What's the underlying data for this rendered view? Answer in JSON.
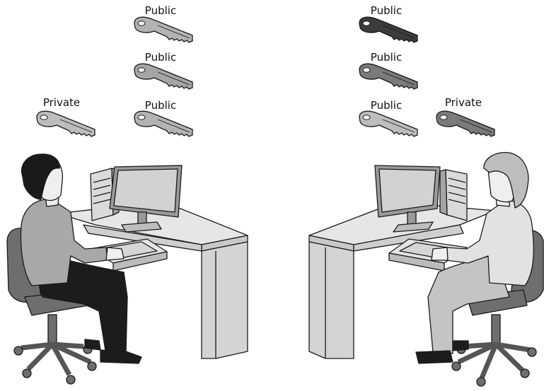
{
  "keys": {
    "left_private": {
      "label": "Private",
      "color": "#bdbdbd"
    },
    "left_public_1": {
      "label": "Public",
      "color": "#b3b3b3"
    },
    "left_public_2": {
      "label": "Public",
      "color": "#a6a6a6"
    },
    "left_public_3": {
      "label": "Public",
      "color": "#b3b3b3"
    },
    "right_public_1": {
      "label": "Public",
      "color": "#3c3c3c"
    },
    "right_public_2": {
      "label": "Public",
      "color": "#7a7a7a"
    },
    "right_public_3": {
      "label": "Public",
      "color": "#bdbdbd"
    },
    "right_private": {
      "label": "Private",
      "color": "#7a7a7a"
    }
  },
  "colors": {
    "outline": "#1a1a1a",
    "desk_top": "#e6e6e6",
    "desk_side": "#c9c9c9",
    "monitor": "#9a9a9a",
    "screen": "#d2d2d2",
    "man_hair": "#1a1a1a",
    "man_shirt": "#a8a8a8",
    "man_pants": "#1c1c1c",
    "woman_shirt": "#e2e2e2",
    "woman_pants": "#c4c4c4",
    "chair": "#6e6e6e",
    "skin": "#efefef"
  }
}
